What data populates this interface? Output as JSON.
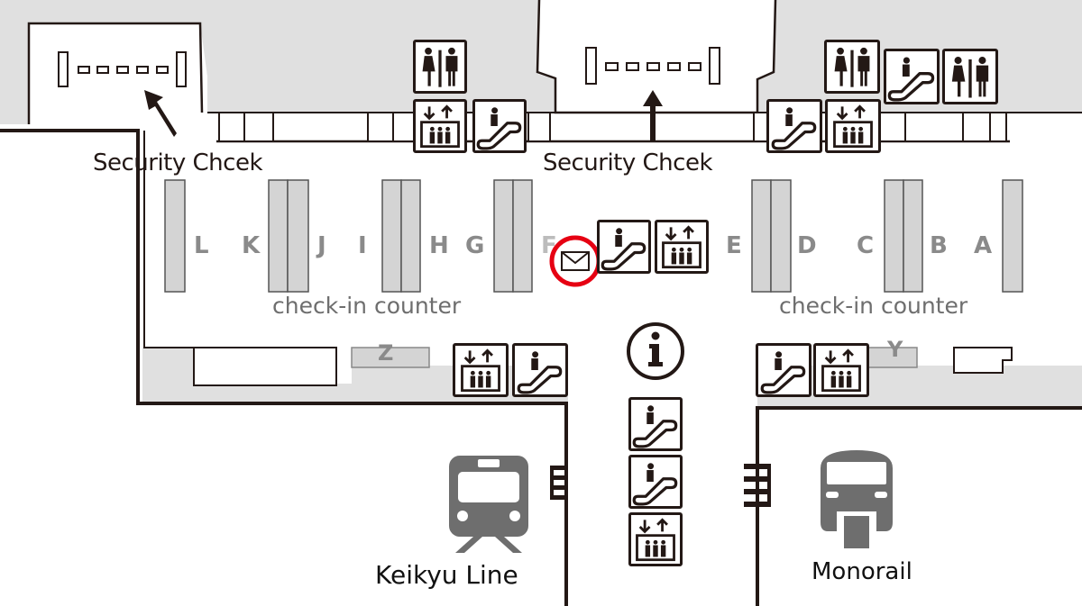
{
  "map": {
    "security_checks": [
      {
        "label": "Security Chcek",
        "position": "left"
      },
      {
        "label": "Security Chcek",
        "position": "center"
      }
    ],
    "counters": {
      "letters": [
        "L",
        "K",
        "J",
        "I",
        "H",
        "G",
        "F",
        "E",
        "D",
        "C",
        "B",
        "A"
      ],
      "label_left": "check-in counter",
      "label_right": "check-in counter"
    },
    "zones": {
      "left": "Z",
      "right": "Y"
    },
    "stations": {
      "keikyu": "Keikyu Line",
      "monorail": "Monorail"
    },
    "marker": {
      "icon": "mail-icon",
      "highlight_color": "#e60012"
    },
    "colors": {
      "restricted_area": "#e0e0e0",
      "counter_fill": "#d4d4d4",
      "line": "#231815",
      "train_icon": "#6e6e6e"
    },
    "icons": {
      "restroom": "restroom-icon",
      "elevator": "elevator-icon",
      "escalator": "escalator-icon",
      "information": "information-icon",
      "stairs": "stairs-icon"
    }
  }
}
